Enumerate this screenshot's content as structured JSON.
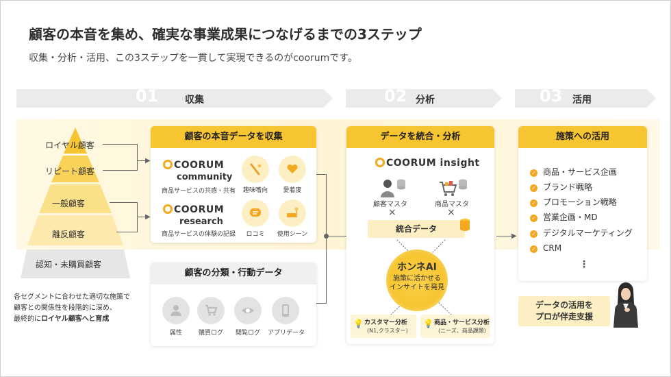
{
  "header": {
    "title": "顧客の本音を集め、確実な事業成果につなげるまでの3ステップ",
    "subtitle": "収集・分析・活用、この3ステップを一貫して実現できるのがcoorumです。"
  },
  "steps": [
    {
      "number": "01",
      "label": "収集"
    },
    {
      "number": "02",
      "label": "分析"
    },
    {
      "number": "03",
      "label": "活用"
    }
  ],
  "pyramid": {
    "levels": [
      "ロイヤル顧客",
      "リピート顧客",
      "一般顧客",
      "離反顧客",
      "認知・未購買顧客"
    ],
    "caption_lines": [
      "各セグメントに合わせた適切な施策で",
      "顧客との関係性を段階的に深め、",
      "最終的に"
    ],
    "caption_highlight": "ロイヤル顧客へと育成"
  },
  "collect": {
    "title": "顧客の本音データを収集",
    "products": [
      {
        "brand": "COORUM",
        "name": "community",
        "desc": "商品サービスの共感・共有"
      },
      {
        "brand": "COORUM",
        "name": "research",
        "desc": "商品サービスの体験の記録"
      }
    ],
    "icons": [
      {
        "label": "趣味嗜向",
        "icon": "bat-icon"
      },
      {
        "label": "愛着度",
        "icon": "heart-hand-icon"
      },
      {
        "label": "ロコミ",
        "icon": "chat-bubble-icon"
      },
      {
        "label": "使用シーン",
        "icon": "scene-icon"
      }
    ]
  },
  "behavior": {
    "title": "顧客の分類・行動データ",
    "items": [
      {
        "label": "属性",
        "icon": "person-icon"
      },
      {
        "label": "購買ログ",
        "icon": "cart-icon"
      },
      {
        "label": "閲覧ログ",
        "icon": "eye-icon"
      },
      {
        "label": "アプリデータ",
        "icon": "phone-icon"
      }
    ]
  },
  "analyze": {
    "title": "データを統合・分析",
    "brand": "COORUM",
    "product": "insight",
    "masters": [
      "顧客マスタ",
      "商品マスタ"
    ],
    "times": "×",
    "integrated": "統合データ",
    "ai_name": "ホンネAI",
    "ai_desc_lines": [
      "施策に活かせる",
      "インサイトを発見"
    ],
    "outputs": [
      {
        "title": "カスタマー分析",
        "sub": "(N1,クラスター)"
      },
      {
        "title": "商品・サービス分析",
        "sub": "(ニーズ、商品課題)"
      }
    ]
  },
  "utilize": {
    "title": "施策への活用",
    "items": [
      "商品・サービス企画",
      "ブランド戦略",
      "プロモーション戦略",
      "営業企画・MD",
      "デジタルマーケティング",
      "CRM"
    ],
    "more": "⋮",
    "support_lines": [
      "データの活用を",
      "プロが伴走支援"
    ]
  },
  "colors": {
    "accent": "#f7c531",
    "accent_dark": "#f3a81f",
    "pale": "#fdefc4",
    "gray": "#ebebeb"
  }
}
